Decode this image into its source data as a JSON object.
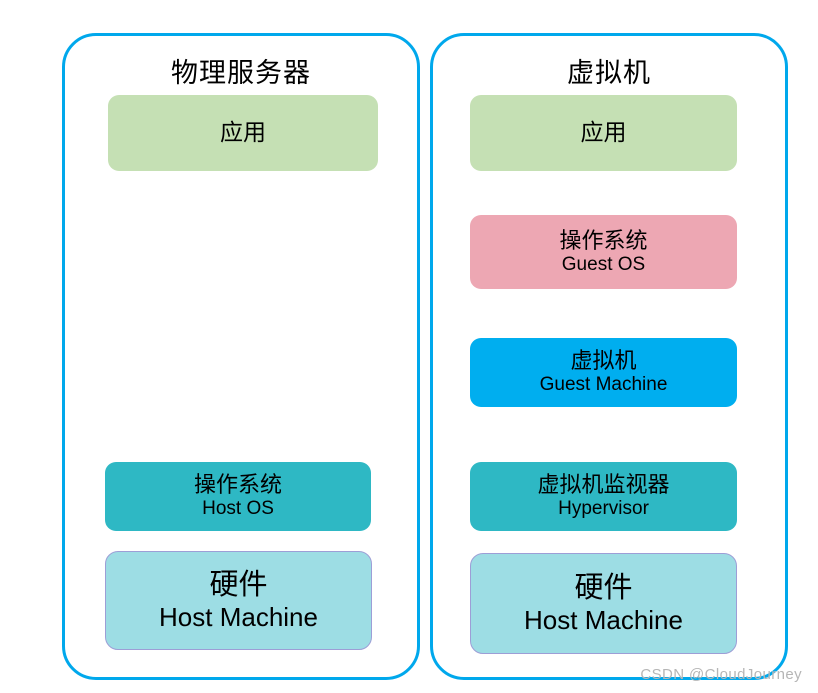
{
  "diagram": {
    "title_physical": "物理服务器",
    "title_virtual": "虚拟机",
    "accent_border_color": "#00a8ec",
    "panels": [
      {
        "id": "physical-server",
        "title": "物理服务器",
        "blocks": [
          {
            "id": "application",
            "cn": "应用",
            "en": "",
            "color": "#c5e0b4"
          },
          {
            "id": "host-os",
            "cn": "操作系统",
            "en": "Host OS",
            "color": "#2eb8c4"
          },
          {
            "id": "hardware",
            "cn": "硬件",
            "en": "Host Machine",
            "color": "#9ddde4",
            "border_color": "#9d9ed6"
          }
        ]
      },
      {
        "id": "virtual-machine",
        "title": "虚拟机",
        "blocks": [
          {
            "id": "application",
            "cn": "应用",
            "en": "",
            "color": "#c5e0b4"
          },
          {
            "id": "guest-os",
            "cn": "操作系统",
            "en": "Guest OS",
            "color": "#eda7b3"
          },
          {
            "id": "guest-machine",
            "cn": "虚拟机",
            "en": "Guest Machine",
            "color": "#00aeef"
          },
          {
            "id": "hypervisor",
            "cn": "虚拟机监视器",
            "en": "Hypervisor",
            "color": "#2eb8c4"
          },
          {
            "id": "hardware",
            "cn": "硬件",
            "en": "Host Machine",
            "color": "#9ddde4",
            "border_color": "#9d9ed6"
          }
        ]
      }
    ]
  },
  "watermark": {
    "text": "CSDN @CloudJourney"
  }
}
